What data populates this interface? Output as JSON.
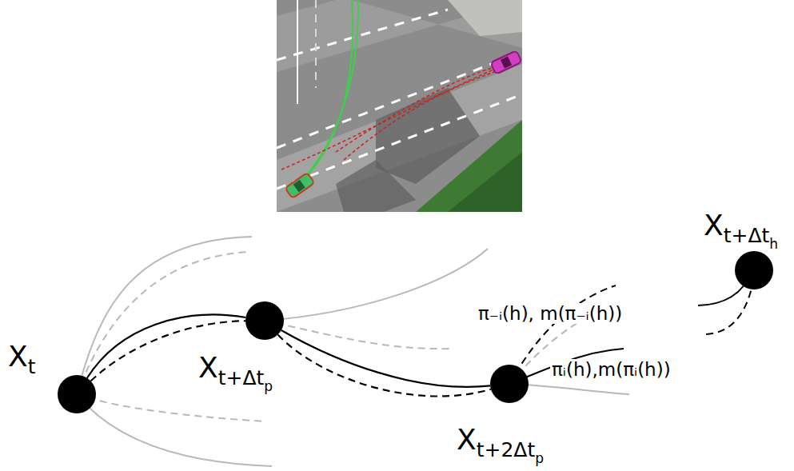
{
  "diagram": {
    "nodes": [
      {
        "text": [
          "X",
          "t"
        ]
      },
      {
        "text": [
          "X",
          "t+Δt",
          "p"
        ]
      },
      {
        "text": [
          "X",
          "t+2Δt",
          "p"
        ]
      },
      {
        "text": [
          "X",
          "t+Δt",
          "h"
        ]
      }
    ],
    "edges": [
      {
        "from": 0,
        "to": 1,
        "arrow": "none"
      },
      {
        "from": 0,
        "to": 1,
        "arrow": "none"
      },
      {
        "from": 1,
        "to": 2,
        "arrow": "none"
      },
      {
        "from": 1,
        "to": 2,
        "arrow": "none"
      }
    ],
    "labels": [
      "π₋ᵢ(h), m(π₋ᵢ(h))",
      "πᵢ(h),m(πᵢ(h))"
    ]
  }
}
